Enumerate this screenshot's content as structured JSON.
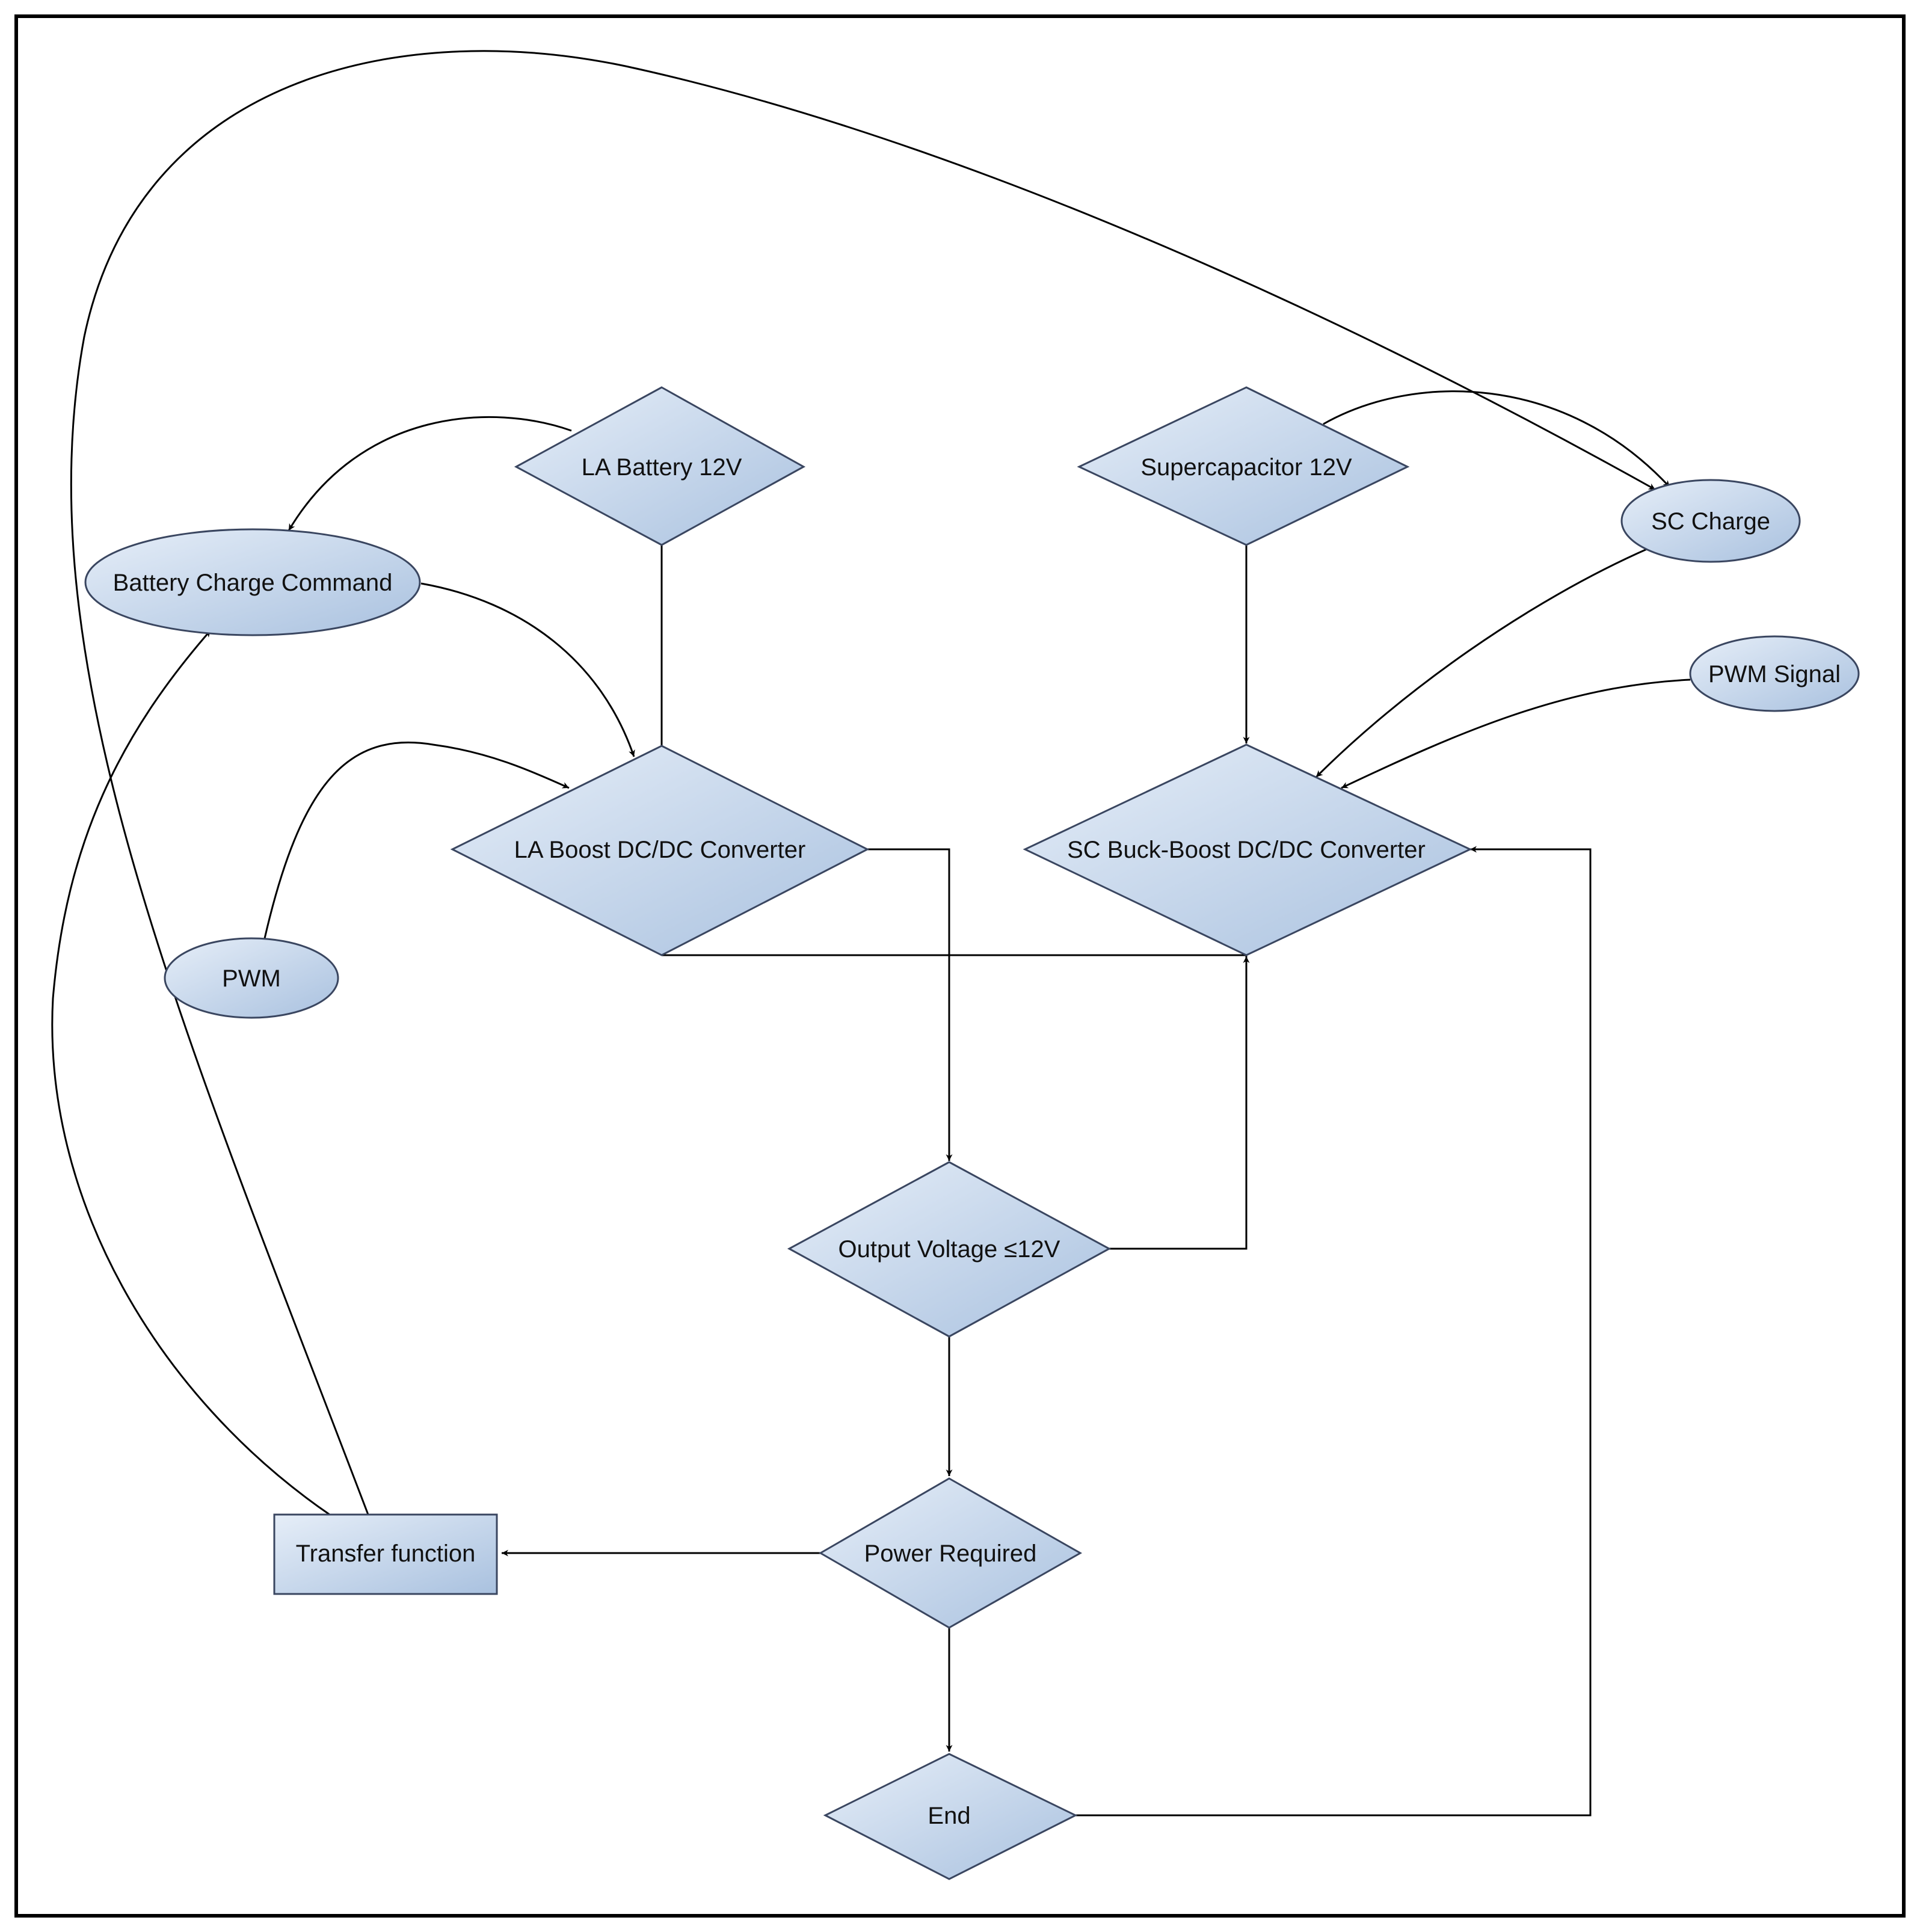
{
  "nodes": {
    "la_battery": "LA Battery 12V",
    "supercapacitor": "Supercapacitor 12V",
    "sc_charge": "SC Charge",
    "battery_charge_command": "Battery Charge Command",
    "pwm_signal": "PWM Signal",
    "la_boost_converter": "LA Boost DC/DC Converter",
    "sc_buck_boost_converter": "SC Buck-Boost DC/DC Converter",
    "pwm": "PWM",
    "output_voltage": "Output Voltage ≤12V",
    "power_required": "Power Required",
    "transfer_function": "Transfer function",
    "end": "End"
  },
  "colors": {
    "node_fill_light": "#e6eef8",
    "node_fill_dark": "#a9c1df",
    "node_stroke": "#3a4660",
    "edge": "#000000"
  }
}
